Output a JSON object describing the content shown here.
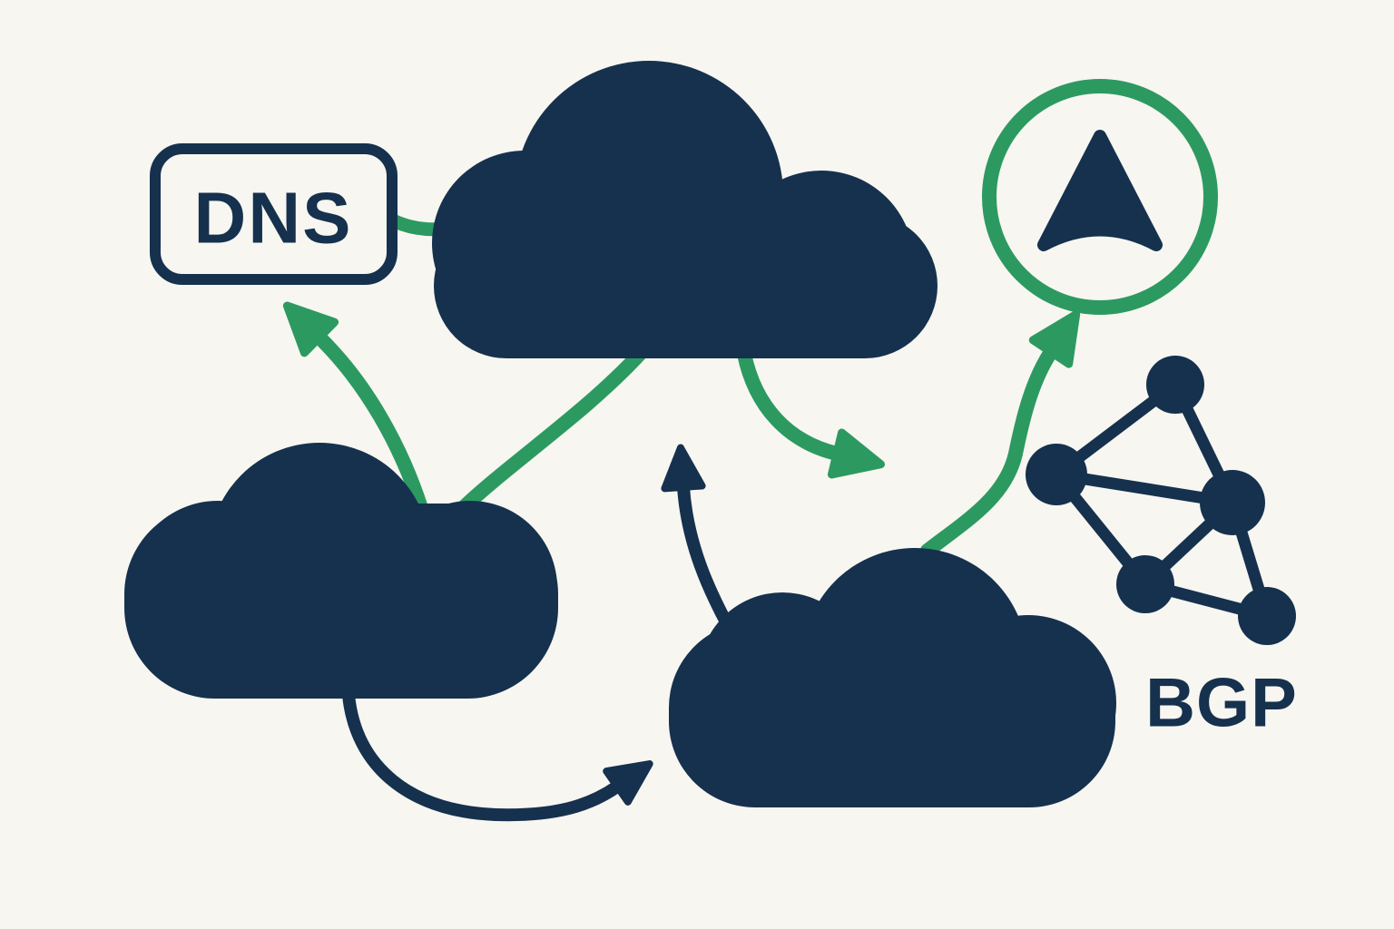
{
  "illustration": {
    "description": "Flat vector illustration of internet routing: three navy clouds linked by curved green and navy arrows, a DNS label box, a green-circled navigation arrow, and a BGP node graph",
    "labels": {
      "dns": "DNS",
      "bgp": "BGP"
    },
    "colors": {
      "navy": "#15314E",
      "green": "#2C9A60",
      "bg": "#F8F6F1"
    },
    "icons": {
      "cloud_top": "cloud-icon",
      "cloud_bottom_left": "cloud-icon",
      "cloud_bottom_right": "cloud-icon",
      "navigation": "navigation-arrow-icon",
      "network_graph": "network-graph-icon",
      "arrows": "curved-arrow-icon"
    }
  }
}
